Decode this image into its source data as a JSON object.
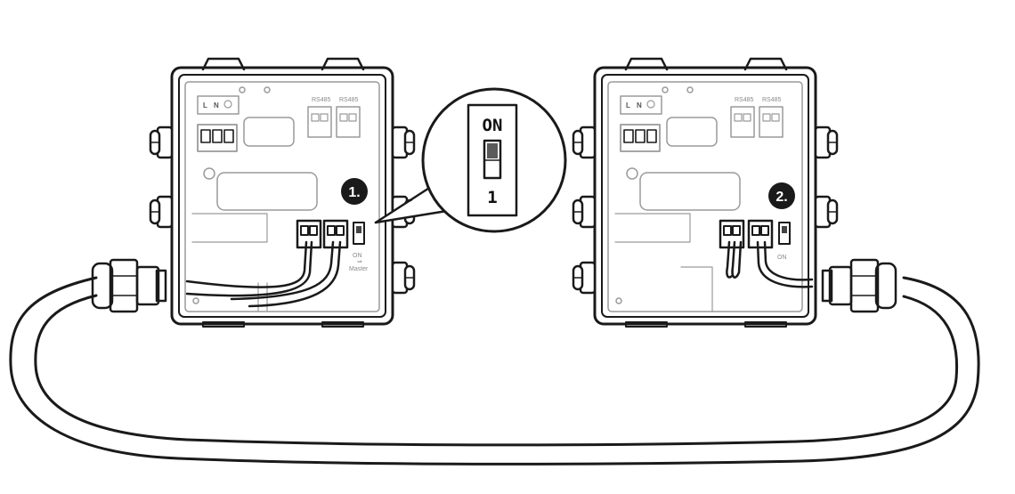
{
  "terminal_header": {
    "l": "L",
    "n": "N"
  },
  "rs485_label": "RS485",
  "switch_on_label": "ON",
  "master_label_on": "ON",
  "master_label_master": "Master",
  "zoom_on_label": "ON",
  "zoom_position_label": "1",
  "step_one": "1.",
  "step_two": "2.",
  "right_switch_label": "ON"
}
